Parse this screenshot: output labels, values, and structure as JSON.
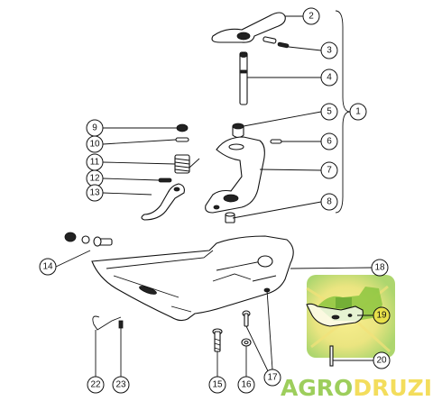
{
  "callouts": [
    {
      "id": "c2",
      "label": "2"
    },
    {
      "id": "c3",
      "label": "3"
    },
    {
      "id": "c4",
      "label": "4"
    },
    {
      "id": "c5",
      "label": "5"
    },
    {
      "id": "c1",
      "label": "1"
    },
    {
      "id": "c6",
      "label": "6"
    },
    {
      "id": "c7",
      "label": "7"
    },
    {
      "id": "c8",
      "label": "8"
    },
    {
      "id": "c9",
      "label": "9"
    },
    {
      "id": "c10",
      "label": "10"
    },
    {
      "id": "c11",
      "label": "11"
    },
    {
      "id": "c12",
      "label": "12"
    },
    {
      "id": "c13",
      "label": "13"
    },
    {
      "id": "c14",
      "label": "14"
    },
    {
      "id": "c18",
      "label": "18"
    },
    {
      "id": "c19",
      "label": "19"
    },
    {
      "id": "c20",
      "label": "20"
    },
    {
      "id": "c22",
      "label": "22"
    },
    {
      "id": "c23",
      "label": "23"
    },
    {
      "id": "c15",
      "label": "15"
    },
    {
      "id": "c16",
      "label": "16"
    },
    {
      "id": "c17",
      "label": "17"
    }
  ],
  "watermark": {
    "part1": "AGRO",
    "part2": "DRUZI"
  },
  "colors": {
    "line": "#111111",
    "watermark_green": "#8cc63f",
    "watermark_yellow": "#f2d94a",
    "highlight": "#e8e04a"
  }
}
